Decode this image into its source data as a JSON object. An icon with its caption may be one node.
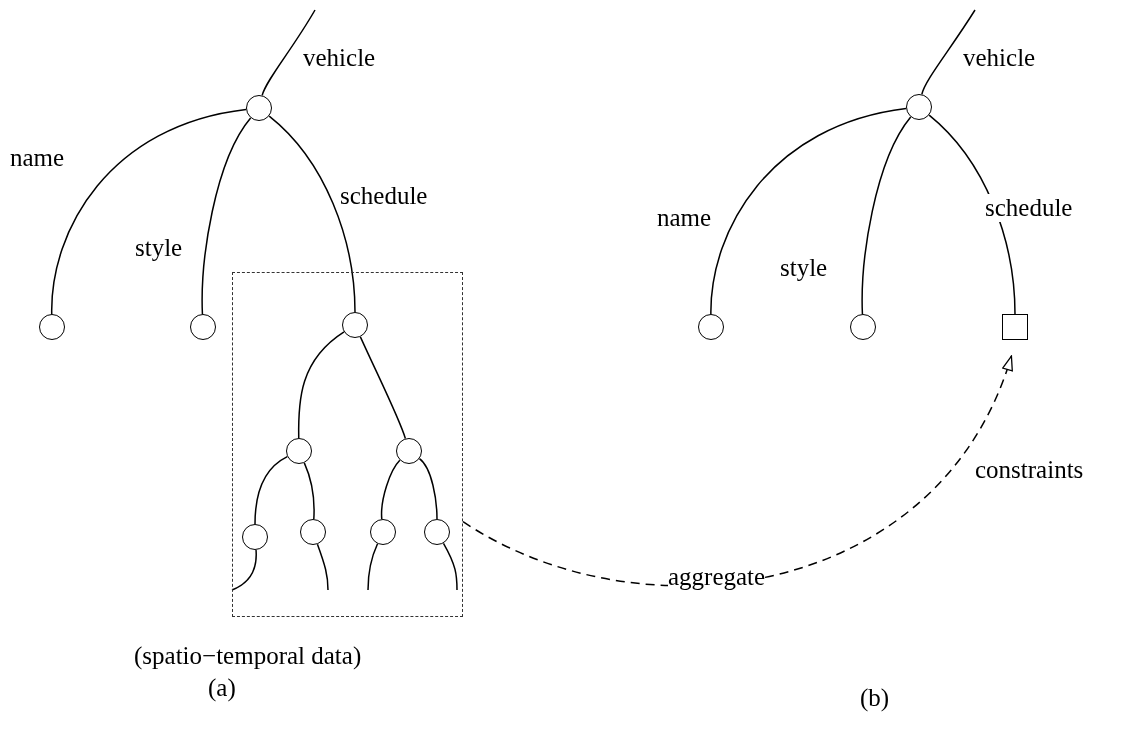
{
  "diagram": {
    "nodes": [
      {
        "text": [],
        "shape": "circle"
      },
      {
        "text": [],
        "shape": "circle"
      },
      {
        "text": [],
        "shape": "circle"
      },
      {
        "text": [],
        "shape": "box",
        "beside": [
          "(spatio−temporal data)"
        ]
      },
      {
        "text": [],
        "shape": "circle",
        "in": 3
      },
      {
        "text": [],
        "shape": "circle",
        "in": 3
      },
      {
        "text": [],
        "shape": "circle",
        "in": 3
      },
      {
        "text": [],
        "shape": "circle",
        "in": 3
      },
      {
        "text": [],
        "shape": "circle",
        "in": 3
      },
      {
        "text": [],
        "shape": "circle",
        "in": 3
      },
      {
        "text": [],
        "shape": "circle",
        "in": 3
      },
      {
        "text": [],
        "shape": "circle"
      },
      {
        "text": [],
        "shape": "circle"
      },
      {
        "text": [],
        "shape": "circle"
      },
      {
        "text": [],
        "shape": "box"
      }
    ],
    "edges": [
      {
        "from": null,
        "to": 0,
        "arrow": "none",
        "label": "vehicle"
      },
      {
        "from": 0,
        "to": 1,
        "arrow": "none",
        "label": "name"
      },
      {
        "from": 0,
        "to": 2,
        "arrow": "none",
        "label": "style"
      },
      {
        "from": 0,
        "to": 4,
        "arrow": "none",
        "label": "schedule"
      },
      {
        "from": 4,
        "to": 5,
        "arrow": "none"
      },
      {
        "from": 4,
        "to": 6,
        "arrow": "none"
      },
      {
        "from": 5,
        "to": 7,
        "arrow": "none"
      },
      {
        "from": 5,
        "to": 8,
        "arrow": "none"
      },
      {
        "from": 6,
        "to": 9,
        "arrow": "none"
      },
      {
        "from": 6,
        "to": 10,
        "arrow": "none"
      },
      {
        "from": 7,
        "to": null,
        "arrow": "none"
      },
      {
        "from": 8,
        "to": null,
        "arrow": "none"
      },
      {
        "from": 9,
        "to": null,
        "arrow": "none"
      },
      {
        "from": 10,
        "to": null,
        "arrow": "none"
      },
      {
        "from": null,
        "to": 11,
        "arrow": "none",
        "label": "vehicle"
      },
      {
        "from": 11,
        "to": 12,
        "arrow": "none",
        "label": "name"
      },
      {
        "from": 11,
        "to": 13,
        "arrow": "none",
        "label": "style"
      },
      {
        "from": 11,
        "to": 14,
        "arrow": "none",
        "label": "schedule"
      },
      {
        "from": 3,
        "to": 14,
        "arrow": "to",
        "label": "aggregate",
        "style": "dashed"
      }
    ],
    "labels": [
      "constraints",
      "(a)",
      "(b)"
    ]
  }
}
